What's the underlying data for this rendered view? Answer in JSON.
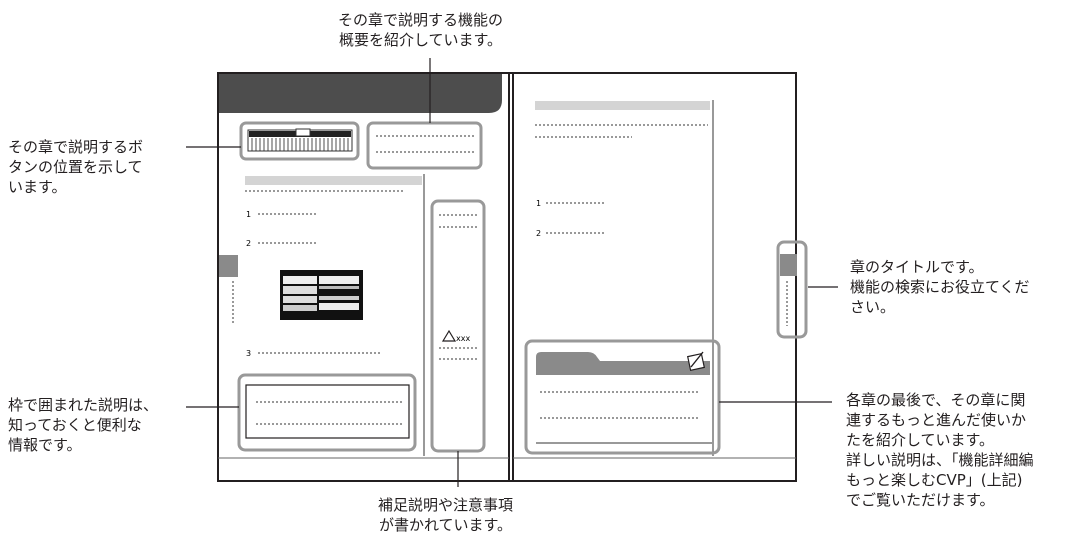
{
  "callouts": {
    "overview": "その章で説明する機能の\n概要を紹介しています。",
    "button_position": "その章で説明するボ\nタンの位置を示して\nいます。",
    "chapter_title": "章のタイトルです。\n機能の検索にお役立てくだ\nさい。",
    "boxed_info": "枠で囲まれた説明は、\n知っておくと便利な\n情報です。",
    "supplement": "補足説明や注意事項\nが書かれています。",
    "advanced": "各章の最後で、その章に関\n連するもっと進んだ使いか\nたを紹介しています。\n詳しい説明は、「機能詳細編\nもっと楽しむCVP」(上記)\nでご覧いただけます。"
  },
  "page_labels": {
    "left_step_1": "1",
    "left_step_2": "2",
    "left_step_3": "3",
    "right_step_1": "1",
    "right_step_2": "2",
    "warning_text": "xxx"
  },
  "colors": {
    "frame": "#231f20",
    "header_bar": "#4d4d4d",
    "highlight_box": "#999999",
    "gray_bar": "#d4d4d4",
    "tab_gray": "#8a8a8a",
    "screen_dark": "#111111"
  }
}
